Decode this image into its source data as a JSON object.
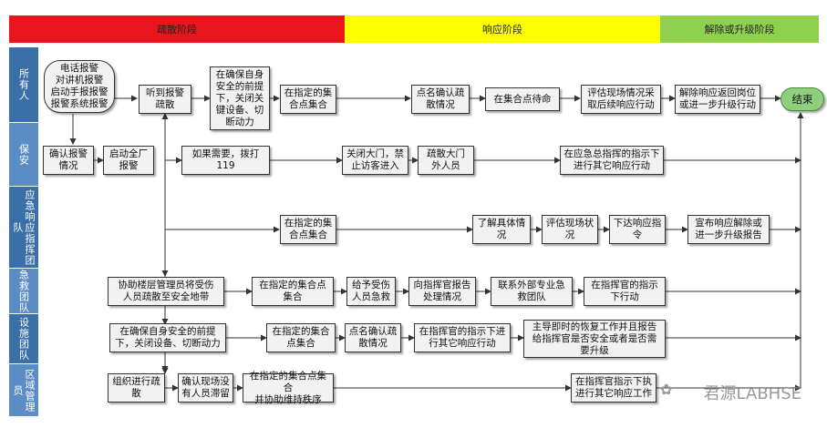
{
  "phases": [
    {
      "label": "疏散阶段",
      "color": "#e8161c"
    },
    {
      "label": "响应阶段",
      "color": "#ffff00"
    },
    {
      "label": "解除或升级阶段",
      "color": "#8fd14f"
    }
  ],
  "lanes": [
    "所有人",
    "保安",
    "应急响应指挥团队",
    "急救团队",
    "设施团队",
    "区域管理员"
  ],
  "nodes": {
    "alarm_sources": "电话报警\n对讲机报警\n启动手报报警\n报警系统报警",
    "hear_alarm_evacuate": "听到报警\n疏散",
    "ensure_safety_shutdown": "在确保自身\n安全的前提\n下，关闭关\n键设备、切\n断动力",
    "gather_assembly_all": "在指定的集\n合点集合",
    "roll_call_all": "点名确认疏\n散情况",
    "wait_at_assembly": "在集合点待命",
    "assess_site_all": "评估现场情况采\n取后续响应行动",
    "release_or_escalate_all": "解除响应返回岗位\n或进一步升级行动",
    "end": "结束",
    "confirm_alarm": "确认报警\n情况",
    "activate_plant_alarm": "启动全厂\n报警",
    "dial_119": "如果需要，拨打\n119",
    "close_gate": "关闭大门，禁\n止访客进入",
    "evacuate_outsiders": "疏散大门\n外人员",
    "security_follow_cmd": "在应急总指挥的指示下\n进行其它响应行动",
    "cmd_gather": "在指定的集\n合点集合",
    "cmd_understand": "了解具体情\n况",
    "cmd_assess": "评估现场状\n况",
    "cmd_order": "下达响应指\n令",
    "cmd_announce": "宣布响应解除或\n进一步升级报告",
    "fa_assist_floor": "协助楼层管理员将受伤\n人员疏散至安全地带",
    "fa_gather": "在指定的集合点\n集合",
    "fa_first_aid": "给予受伤\n人员急救",
    "fa_report": "向指挥官报告\n处理情况",
    "fa_contact_pro": "联系外部专业急\n救团队",
    "fa_follow": "在指挥官的指示\n下行动",
    "fac_shutdown": "在确保自身安全的前提\n下，关闭设备、切断动力",
    "fac_gather": "在指定的集合\n点集合",
    "fac_roll_call": "点名确认疏\n散情况",
    "fac_follow": "在指挥官的指示下进\n行其它响应行动",
    "fac_restore": "主导即时的恢复工作并且报告\n给指挥官是否安全或者是否需\n要升级",
    "area_organize": "组织进行疏\n散",
    "area_confirm": "确认现场没\n有人员滞留",
    "area_gather": "在指定的集合点集合\n并协助维持秩序",
    "area_follow": "在指挥官指示下执\n进行其它响应工作"
  },
  "watermark": "君源LABHSE"
}
